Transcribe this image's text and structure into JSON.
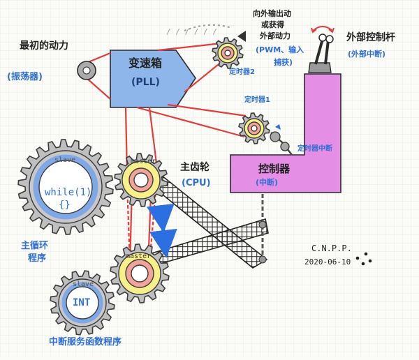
{
  "labels": {
    "oscillator_title": "最初的动力",
    "oscillator_sub": "(振荡器)",
    "gearbox_title": "变速箱",
    "gearbox_sub": "(PLL)",
    "external_input_line1": "向外输出动",
    "external_input_line2": "或获得",
    "external_input_line3": "外部动力",
    "pwm_label": "(PWM、输入",
    "capture_label": "捕获)",
    "timer2_label": "定时器2",
    "timer1_label": "定时器1",
    "external_lever_title": "外部控制杆",
    "external_lever_sub": "(外部中断)",
    "timer_interrupt_label": "定时器中断",
    "controller_title": "控制器",
    "controller_sub": "(中断)",
    "main_gear_title": "主齿轮",
    "main_gear_sub": "(CPU)",
    "slave_gear_text": "slave",
    "main_loop_code1": "while(1)",
    "main_loop_code2": "{}",
    "main_loop_label1": "主循环",
    "main_loop_label2": "程序",
    "master_text": "master",
    "int_gear_text": "INT",
    "isr_label": "中断服务函数程序",
    "signature_name": "C.N.P.P.",
    "signature_date": "2020-06-10",
    "motion_marks": "/ / / / / /"
  },
  "colors": {
    "gear_gray": "#bfbfbf",
    "gear_outline": "#3a3a3a",
    "belt_red": "#e23c3c",
    "gearbox_blue": "#8fb6ea",
    "controller_magenta": "#e58ee6",
    "hub_yellow": "#f7ef8a",
    "hub_pink": "#f2a49a",
    "ring_blue": "#7fa8e6",
    "text_blue": "#2f6fd6",
    "arrow_blue": "#2b6fe0"
  }
}
